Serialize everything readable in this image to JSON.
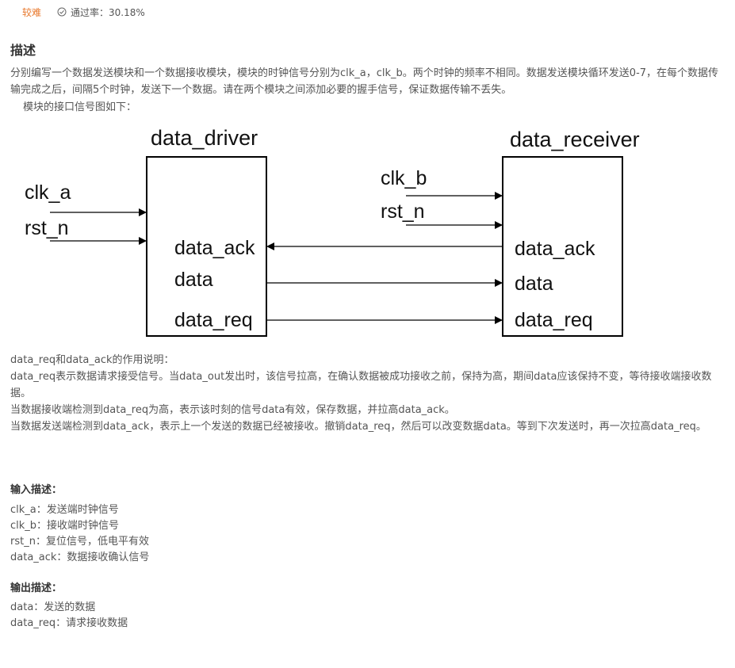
{
  "meta": {
    "difficulty": "较难",
    "pass_rate": "通过率：30.18%",
    "icon": "check-circle-icon",
    "difficulty_color": "#e8782c"
  },
  "description": {
    "title": "描述",
    "paragraph1": "分别编写一个数据发送模块和一个数据接收模块，模块的时钟信号分别为clk_a，clk_b。两个时钟的频率不相同。数据发送模块循环发送0-7，在每个数据传输完成之后，间隔5个时钟，发送下一个数据。请在两个模块之间添加必要的握手信号，保证数据传输不丢失。",
    "paragraph2": "模块的接口信号图如下："
  },
  "diagram": {
    "driver_title": "data_driver",
    "receiver_title": "data_receiver",
    "driver_inputs": [
      "clk_a",
      "rst_n"
    ],
    "receiver_inputs": [
      "clk_b",
      "rst_n"
    ],
    "driver_ports": [
      "data_ack",
      "data",
      "data_req"
    ],
    "receiver_ports": [
      "data_ack",
      "data",
      "data_req"
    ]
  },
  "notes": {
    "lines": [
      "data_req和data_ack的作用说明：",
      "data_req表示数据请求接受信号。当data_out发出时，该信号拉高，在确认数据被成功接收之前，保持为高，期间data应该保持不变，等待接收端接收数据。",
      "当数据接收端检测到data_req为高，表示该时刻的信号data有效，保存数据，并拉高data_ack。",
      "当数据发送端检测到data_ack，表示上一个发送的数据已经被接收。撤销data_req，然后可以改变数据data。等到下次发送时，再一次拉高data_req。"
    ]
  },
  "input_desc": {
    "title": "输入描述：",
    "items": [
      "clk_a：发送端时钟信号",
      "clk_b：接收端时钟信号",
      "rst_n：复位信号，低电平有效",
      "data_ack：数据接收确认信号"
    ]
  },
  "output_desc": {
    "title": "输出描述：",
    "items": [
      "data：发送的数据",
      "data_req：请求接收数据"
    ]
  }
}
